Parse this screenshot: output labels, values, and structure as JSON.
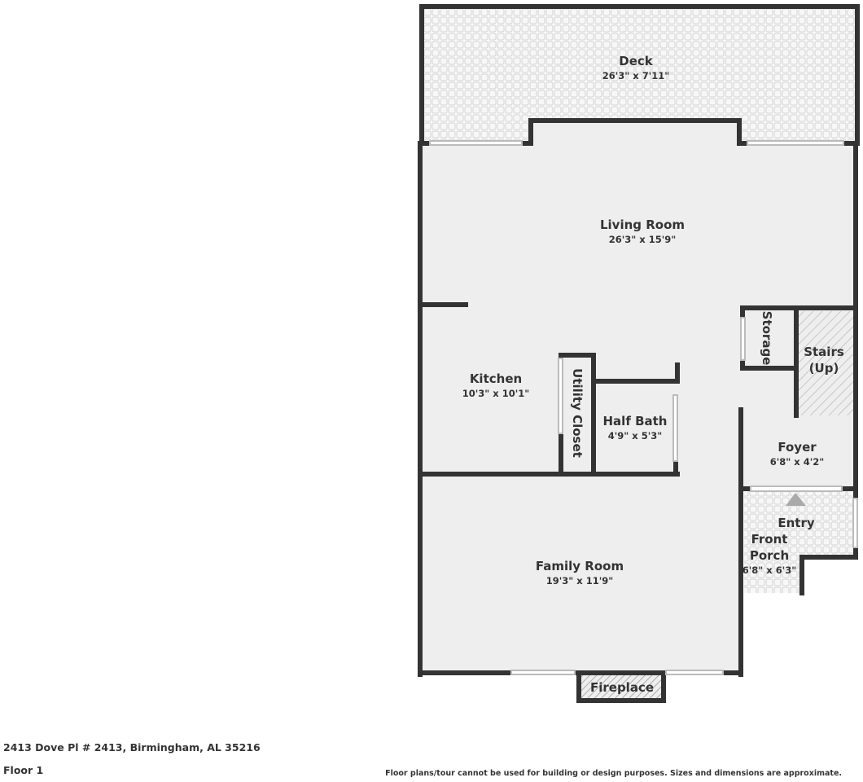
{
  "rooms": {
    "deck": {
      "name": "Deck",
      "dims": "26'3\" x 7'11\""
    },
    "living_room": {
      "name": "Living Room",
      "dims": "26'3\" x 15'9\""
    },
    "storage": {
      "name": "Storage"
    },
    "stairs": {
      "name_line1": "Stairs",
      "name_line2": "(Up)"
    },
    "kitchen": {
      "name": "Kitchen",
      "dims": "10'3\" x 10'1\""
    },
    "utility_closet": {
      "name": "Utility Closet"
    },
    "half_bath": {
      "name": "Half Bath",
      "dims": "4'9\" x 5'3\""
    },
    "foyer": {
      "name": "Foyer",
      "dims": "6'8\" x 4'2\""
    },
    "entry": {
      "name": "Entry"
    },
    "front_porch": {
      "name_line1": "Front",
      "name_line2": "Porch",
      "dims": "6'8\" x 6'3\""
    },
    "family_room": {
      "name": "Family Room",
      "dims": "19'3\" x 11'9\""
    },
    "fireplace": {
      "name": "Fireplace"
    }
  },
  "footer": {
    "address": "2413 Dove Pl # 2413, Birmingham, AL 35216",
    "floor": "Floor 1",
    "disclaimer": "Floor plans/tour cannot be used for building or design purposes. Sizes and dimensions are approximate."
  },
  "colors": {
    "wall": "#333333",
    "floor": "#eeeeee",
    "deck_tile": "#d4d4d4",
    "stairs_hatch": "#bbbbbb"
  }
}
